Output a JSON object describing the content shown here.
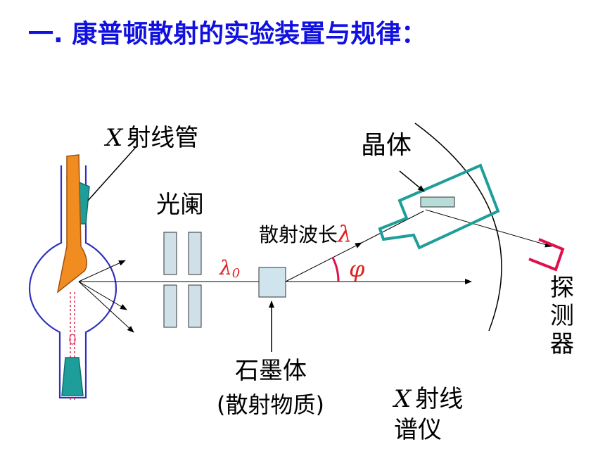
{
  "title": {
    "number": "一",
    "dot": ".",
    "text": " 康普顿散射的实验装置与规律："
  },
  "labels": {
    "xray_tube_var": "X",
    "xray_tube_text": "射线管",
    "slit": "光阑",
    "crystal": "晶体",
    "scattered_wavelength_text": "散射波长",
    "scattered_wavelength_symbol": "λ",
    "incident_wavelength_symbol": "λ",
    "incident_wavelength_subscript": "0",
    "angle_symbol": "φ",
    "detector": [
      "探",
      "测",
      "器"
    ],
    "graphite_line1": "石墨体",
    "graphite_line2": "(散射物质)",
    "spectrometer_var": "X",
    "spectrometer_line1": "射线",
    "spectrometer_line2": "谱仪"
  },
  "colors": {
    "title": "#1010e0",
    "tube_outline": "#3030c0",
    "anode": "#f08c20",
    "teal": "#1e9e9a",
    "symbol_red": "#e02020",
    "detector_red": "#e0104a",
    "slit_fill": "#cfe0e8",
    "graphite_fill": "#cfe4ec",
    "crystal_fill": "#b8dcd8"
  }
}
